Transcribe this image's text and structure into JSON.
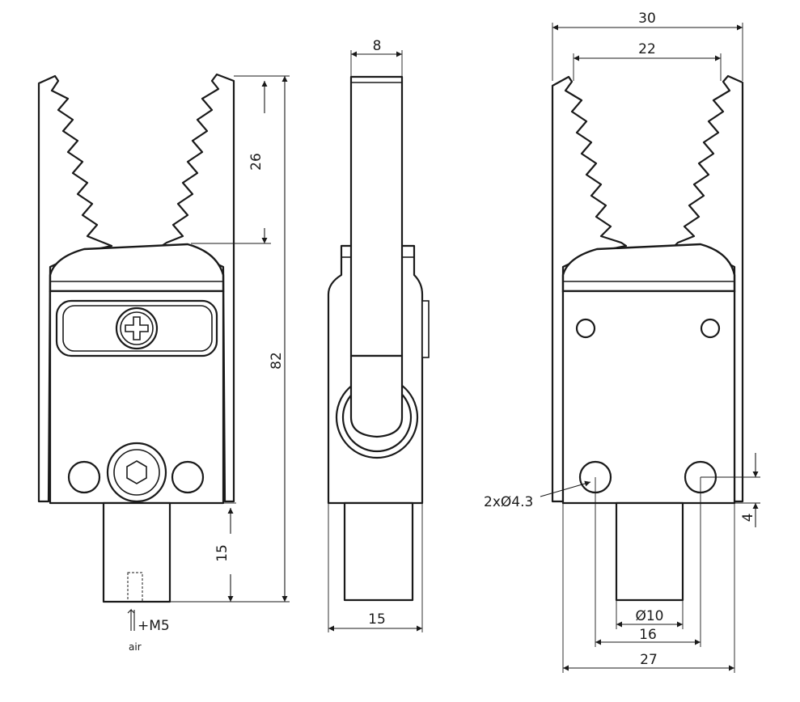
{
  "dimensions": {
    "front_jaw_length": "26",
    "front_overall_height": "82",
    "front_shaft_length": "15",
    "port_label": "+M5",
    "port_media": "air",
    "side_thickness": "8",
    "side_width": "15",
    "back_overall_width": "30",
    "back_jaw_spacing": "22",
    "hole_callout": "2xØ4.3",
    "hole_offset": "4",
    "shaft_diameter": "Ø10",
    "hole_spacing": "16",
    "body_width": "27"
  }
}
